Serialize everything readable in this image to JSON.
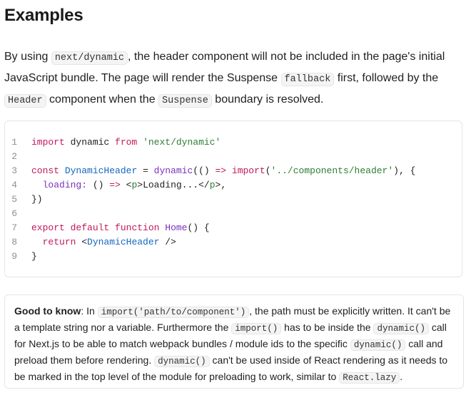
{
  "heading": "Examples",
  "intro": {
    "t1": "By using ",
    "c1": "next/dynamic",
    "t2": ", the header component will not be included in the page's initial JavaScript bundle. The page will render the Suspense ",
    "c2": "fallback",
    "t3": " first, followed by the ",
    "c3": "Header",
    "t4": " component when the ",
    "c4": "Suspense",
    "t5": " boundary is resolved."
  },
  "code": {
    "line_numbers": [
      "1",
      "2",
      "3",
      "4",
      "5",
      "6",
      "7",
      "8",
      "9"
    ],
    "l1": {
      "kw1": "import",
      "t1": " dynamic ",
      "kw2": "from",
      "t2": " ",
      "str": "'next/dynamic'"
    },
    "l3": {
      "kw1": "const",
      "t1": " ",
      "cls": "DynamicHeader",
      "t2": " = ",
      "fn": "dynamic",
      "t3": "(() ",
      "arrow": "=>",
      "t4": " ",
      "kw2": "import",
      "t5": "(",
      "str": "'../components/header'",
      "t6": "), {"
    },
    "l4": {
      "indent": "  ",
      "prop": "loading:",
      "t1": " () ",
      "arrow": "=>",
      "t2": " <",
      "tag1": "p",
      "t3": ">Loading...</",
      "tag2": "p",
      "t4": ">,"
    },
    "l5": {
      "t1": "})"
    },
    "l7": {
      "kw1": "export",
      "t1": " ",
      "kw2": "default",
      "t2": " ",
      "kw3": "function",
      "t3": " ",
      "fn": "Home",
      "t4": "() {"
    },
    "l8": {
      "indent": "  ",
      "kw": "return",
      "t1": " <",
      "cls": "DynamicHeader",
      "t2": " />"
    },
    "l9": {
      "t1": "}"
    }
  },
  "note": {
    "label": "Good to know",
    "t1": ": In ",
    "c1": "import('path/to/component')",
    "t2": ", the path must be explicitly written. It can't be a template string nor a variable. Furthermore the ",
    "c2": "import()",
    "t3": " has to be inside the ",
    "c3": "dynamic()",
    "t4": " call for Next.js to be able to match webpack bundles / module ids to the specific ",
    "c4": "dynamic()",
    "t5": " call and preload them before rendering. ",
    "c5": "dynamic()",
    "t6": " can't be used inside of React rendering as it needs to be marked in the top level of the module for preloading to work, similar to ",
    "c6": "React.lazy",
    "t7": "."
  },
  "colors": {
    "keyword": "#c2185b",
    "string": "#2e7d32",
    "function": "#7b2fbe",
    "class": "#1565c0",
    "line_number": "#8f8f8f"
  }
}
